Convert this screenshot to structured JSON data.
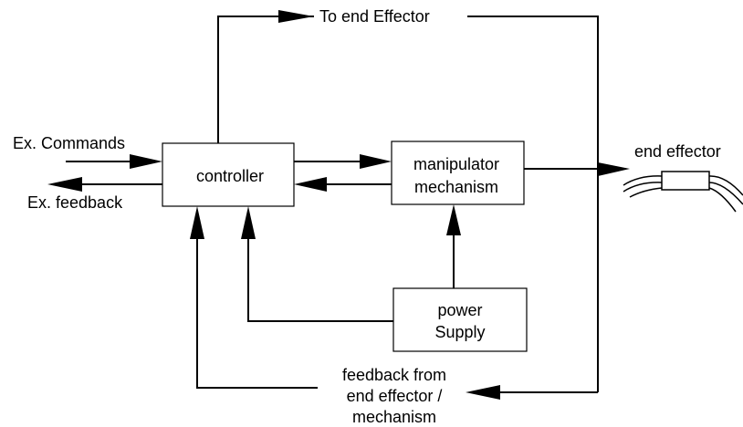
{
  "blocks": {
    "controller": "controller",
    "manipulator": [
      "manipulator",
      "mechanism"
    ],
    "power_supply": [
      "power",
      "Supply"
    ]
  },
  "labels": {
    "to_end_effector": "To end Effector",
    "ex_commands": "Ex. Commands",
    "ex_feedback": "Ex. feedback",
    "end_effector": "end effector",
    "feedback_from": [
      "feedback from",
      "end effector /",
      "mechanism"
    ]
  }
}
